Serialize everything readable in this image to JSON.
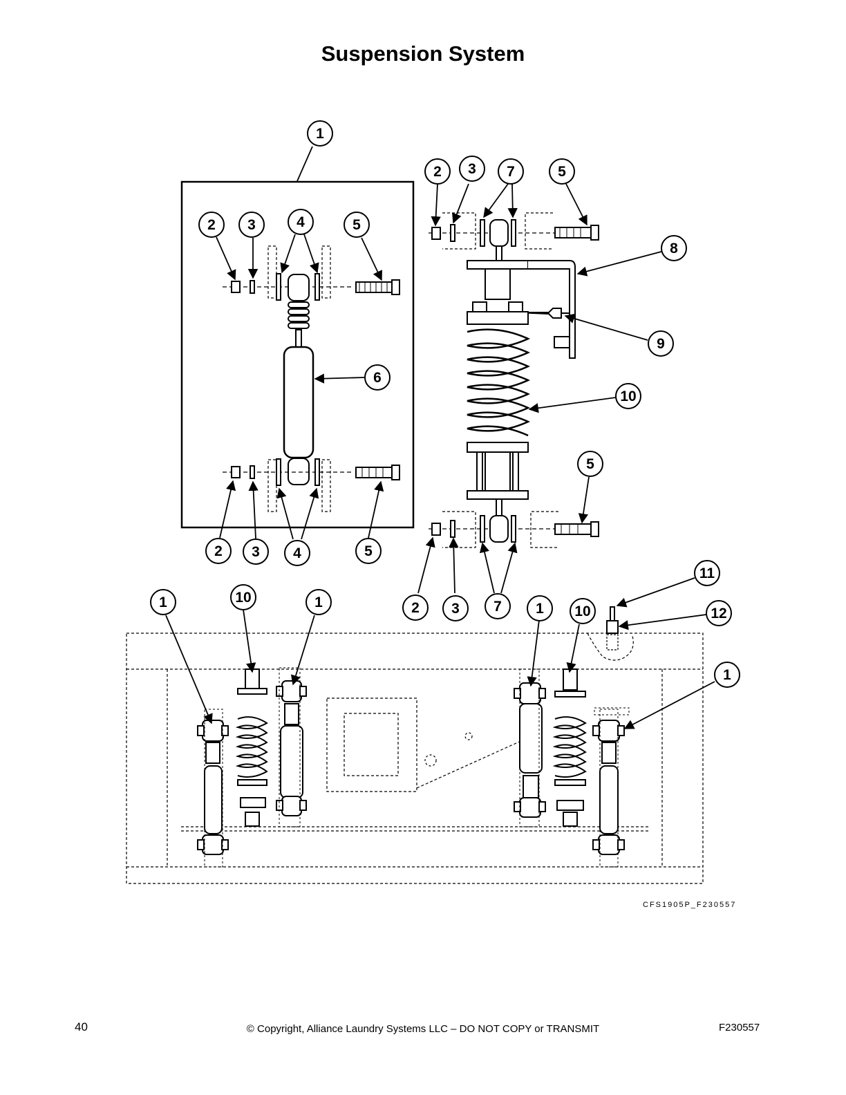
{
  "page": {
    "title": "Suspension System",
    "figure_code": "CFS1905P_F230557",
    "page_number": "40",
    "copyright": "© Copyright, Alliance Laundry Systems LLC – DO NOT COPY or TRANSMIT",
    "doc_number": "F230557"
  },
  "callouts": [
    {
      "id": "c1a",
      "label": "1"
    },
    {
      "id": "c2a",
      "label": "2"
    },
    {
      "id": "c3a",
      "label": "3"
    },
    {
      "id": "c4a",
      "label": "4"
    },
    {
      "id": "c5a",
      "label": "5"
    },
    {
      "id": "c6",
      "label": "6"
    },
    {
      "id": "c2b",
      "label": "2"
    },
    {
      "id": "c3b",
      "label": "3"
    },
    {
      "id": "c4b",
      "label": "4"
    },
    {
      "id": "c5b",
      "label": "5"
    },
    {
      "id": "c2c",
      "label": "2"
    },
    {
      "id": "c3c",
      "label": "3"
    },
    {
      "id": "c7a",
      "label": "7"
    },
    {
      "id": "c5c",
      "label": "5"
    },
    {
      "id": "c8",
      "label": "8"
    },
    {
      "id": "c9",
      "label": "9"
    },
    {
      "id": "c10a",
      "label": "10"
    },
    {
      "id": "c5d",
      "label": "5"
    },
    {
      "id": "c2d",
      "label": "2"
    },
    {
      "id": "c3d",
      "label": "3"
    },
    {
      "id": "c7b",
      "label": "7"
    },
    {
      "id": "c11",
      "label": "11"
    },
    {
      "id": "c12",
      "label": "12"
    },
    {
      "id": "c1b",
      "label": "1"
    },
    {
      "id": "c10b",
      "label": "10"
    },
    {
      "id": "c1c",
      "label": "1"
    },
    {
      "id": "c1d",
      "label": "1"
    },
    {
      "id": "c10c",
      "label": "10"
    },
    {
      "id": "c1e",
      "label": "1"
    }
  ]
}
